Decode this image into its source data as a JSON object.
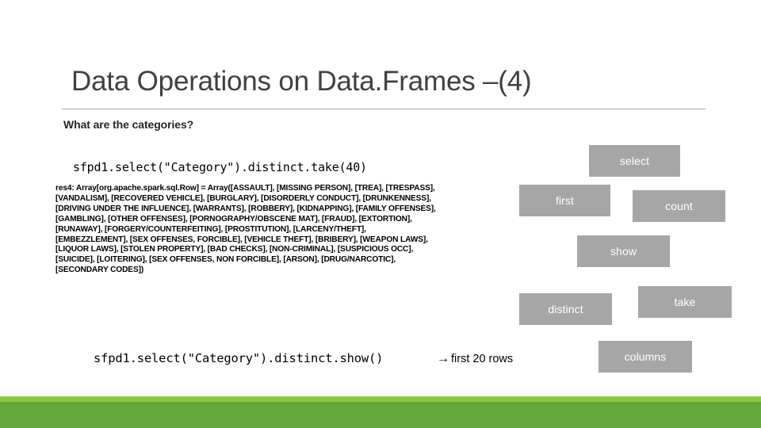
{
  "slide": {
    "title": "Data Operations on Data.Frames –(4)",
    "subtitle": "What are the categories?",
    "code_top": "sfpd1.select(\"Category\").distinct.take(40)",
    "code_bottom": "sfpd1.select(\"Category\").distinct.show()",
    "annotation_arrow": "→",
    "annotation_text": "first 20 rows"
  },
  "result": {
    "lines": [
      "res4: Array[org.apache.spark.sql.Row] = Array([ASSAULT], [MISSING PERSON], [TREA], [TRESPASS],",
      "[VANDALISM], [RECOVERED VEHICLE], [BURGLARY], [DISORDERLY CONDUCT], [DRUNKENNESS],",
      "[DRIVING UNDER THE INFLUENCE], [WARRANTS], [ROBBERY], [KIDNAPPING], [FAMILY OFFENSES],",
      "[GAMBLING], [OTHER OFFENSES], [PORNOGRAPHY/OBSCENE MAT], [FRAUD], [EXTORTION],",
      "[RUNAWAY], [FORGERY/COUNTERFEITING], [PROSTITUTION], [LARCENY/THEFT],",
      "[EMBEZZLEMENT], [SEX OFFENSES, FORCIBLE], [VEHICLE THEFT], [BRIBERY], [WEAPON LAWS],",
      "[LIQUOR LAWS], [STOLEN PROPERTY], [BAD CHECKS], [NON-CRIMINAL], [SUSPICIOUS OCC],",
      "[SUICIDE], [LOITERING], [SEX OFFENSES, NON FORCIBLE], [ARSON], [DRUG/NARCOTIC],",
      "[SECONDARY CODES])"
    ]
  },
  "chips": [
    {
      "id": "select",
      "label": "select"
    },
    {
      "id": "first",
      "label": "first"
    },
    {
      "id": "count",
      "label": "count"
    },
    {
      "id": "show",
      "label": "show"
    },
    {
      "id": "distinct",
      "label": "distinct"
    },
    {
      "id": "take",
      "label": "take"
    },
    {
      "id": "columns",
      "label": "columns"
    }
  ],
  "theme": {
    "chip_bg": "#A6A6A6",
    "chip_text": "#FFFFFF",
    "band_light": "#8CC63E",
    "band_dark": "#64A83C",
    "title_color": "#404040",
    "rule_color": "#A6A6A6"
  }
}
